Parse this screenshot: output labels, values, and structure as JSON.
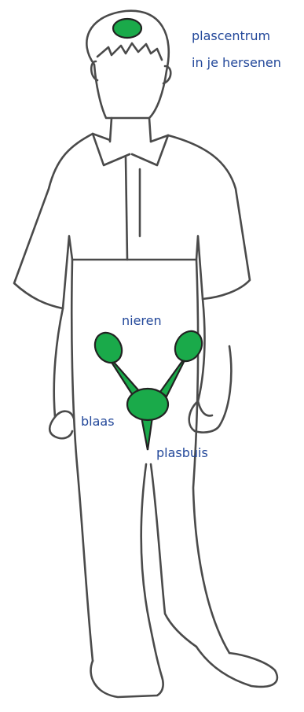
{
  "colors": {
    "outline": "#4a4a4a",
    "organ_fill": "#1aaa4a",
    "organ_stroke": "#222222",
    "label": "#23489a"
  },
  "labels": {
    "brain_line1": "plascentrum",
    "brain_line2": "in je hersenen",
    "kidneys": "nieren",
    "bladder": "blaas",
    "urethra": "plasbuis"
  }
}
